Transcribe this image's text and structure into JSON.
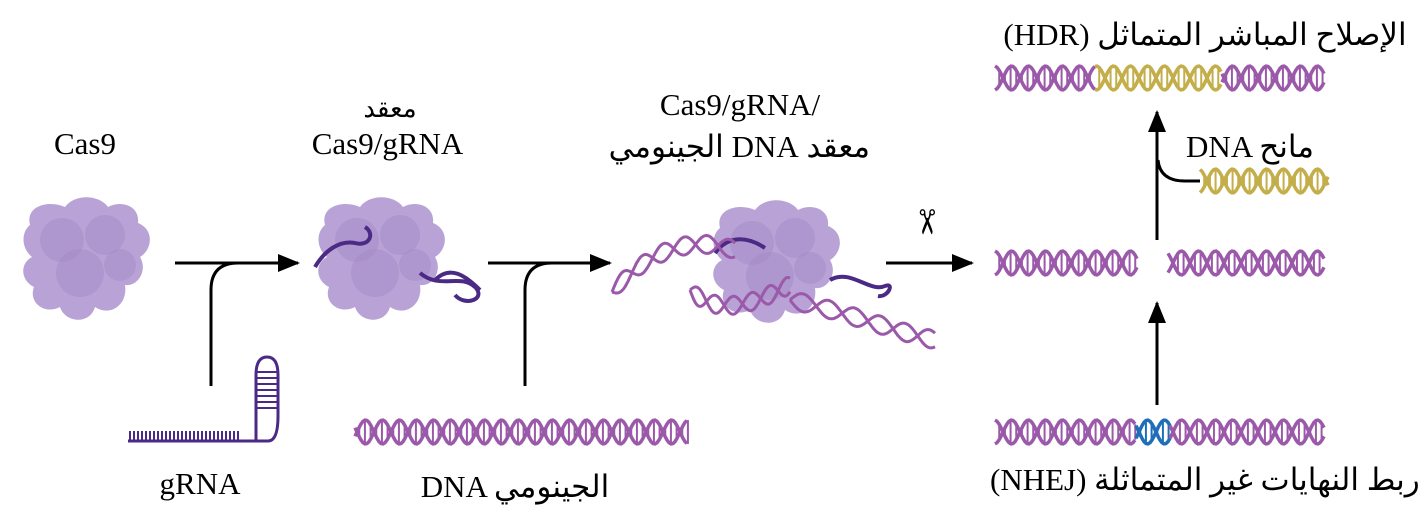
{
  "labels": {
    "cas9": "Cas9",
    "complex_ar": "معقد",
    "complex_en": "Cas9/gRNA",
    "target_complex_line1": "Cas9/gRNA/",
    "target_complex_line2": "معقد DNA الجينومي",
    "grna": "gRNA",
    "genomic_dna": "DNA الجينومي",
    "hdr": "(HDR) الإصلاح المباشر المتماثل",
    "donor_dna": "DNA مانح",
    "nhej": "(NHEJ) ربط النهايات غير المتماثلة",
    "scissors_symbol": "✂"
  },
  "colors": {
    "protein": "#b9a3d6",
    "protein_shadow": "#a58cc8",
    "grna": "#4b2a86",
    "dna": "#9b59a9",
    "donor": "#c3ae4a",
    "nhej_mark": "#1f6fb8",
    "arrow": "#000000"
  }
}
